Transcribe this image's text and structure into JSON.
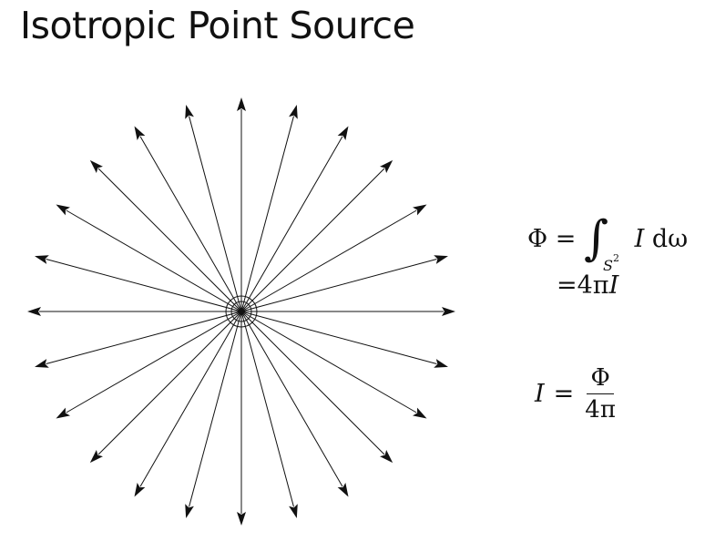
{
  "title": "Isotropic Point Source",
  "arrow_count": 24,
  "colors": {
    "ink": "#111111",
    "background": "#ffffff"
  },
  "equations": {
    "flux_integral": {
      "lhs": "Φ",
      "equals": "=",
      "integral_sign": "∫",
      "domain_var": "S",
      "domain_exp": "2",
      "integrand": "I",
      "differential": "dω"
    },
    "flux_result": {
      "equals": "=",
      "value": "4π",
      "var": "I"
    },
    "intensity": {
      "lhs": "I",
      "equals": "=",
      "numerator": "Φ",
      "denominator": "4π"
    }
  }
}
